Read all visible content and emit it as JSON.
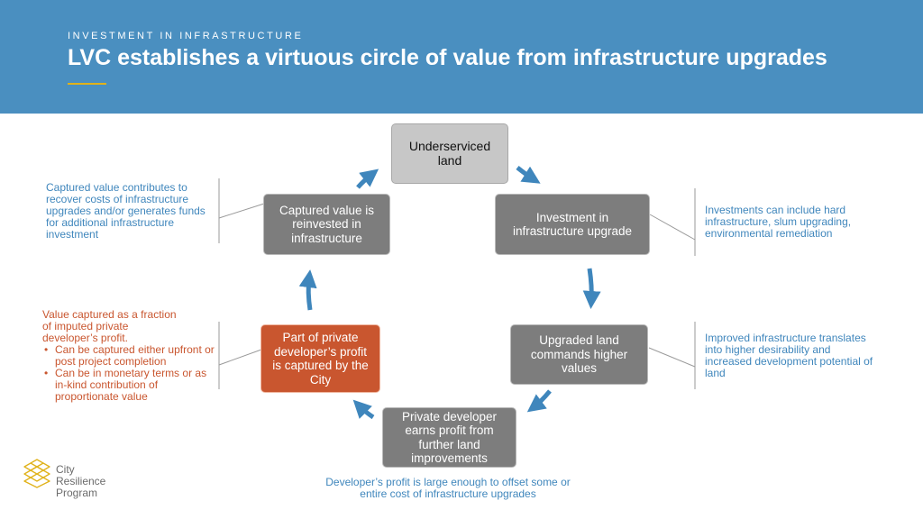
{
  "header": {
    "eyebrow": "INVESTMENT IN INFRASTRUCTURE",
    "title": "LVC establishes a virtuous circle of value from infrastructure upgrades"
  },
  "cycle": {
    "underserved_land": "Underserviced land",
    "investment": "Investment in infrastructure upgrade",
    "upgraded_land": "Upgraded land commands higher values",
    "developer_profit": "Private developer earns profit from further land improvements",
    "captured_profit": "Part of private developer’s profit is captured by the City",
    "reinvested": "Captured value is reinvested in infrastructure"
  },
  "annotations": {
    "reinvested_note": "Captured value contributes to recover costs of infrastructure upgrades and/or generates funds for additional infrastructure investment",
    "investment_note": "Investments can include hard infrastructure, slum upgrading, environmental remediation",
    "upgraded_note": "Improved infrastructure translates into higher desirability and increased development potential of land",
    "captured_note": {
      "intro": "Value captured as a fraction of imputed private developer’s profit.",
      "bullets": [
        "Can be captured either upfront or post project completion",
        "Can be in monetary terms or as in-kind contribution of proportionate value"
      ]
    },
    "profit_note": "Developer’s profit is large enough to offset some or entire cost of infrastructure upgrades"
  },
  "logo": {
    "line1": "City",
    "line2": "Resilience",
    "line3": "Program"
  },
  "colors": {
    "header_bg": "#4a8fc0",
    "accent_underline": "#e0b21a",
    "arrow": "#3f86bc",
    "node_dark": "#7d7d7d",
    "node_light": "#c7c7c7",
    "node_highlight": "#c9562f",
    "note_text": "#3f86bc",
    "note_highlight_text": "#c9562f"
  }
}
